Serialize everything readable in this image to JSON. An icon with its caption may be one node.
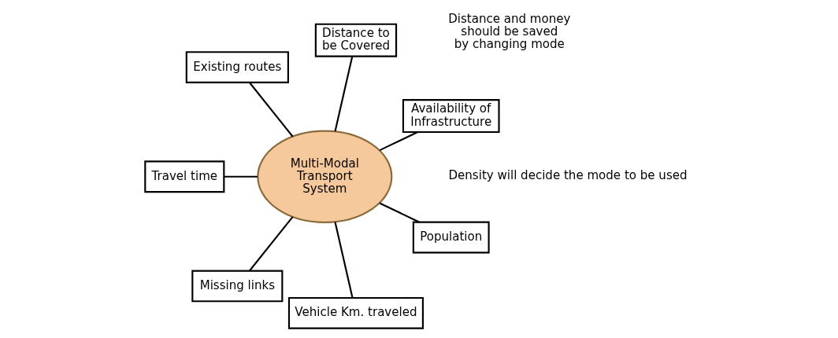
{
  "diagram": {
    "nodes": [
      {
        "text": [
          "Availability of Infrastructure"
        ]
      },
      {
        "text": [
          "Distance to be Covered"
        ]
      },
      {
        "text": [
          "Existing routes"
        ]
      },
      {
        "text": [
          "Multi-Modal Transport System"
        ]
      },
      {
        "text": [
          "Travel time"
        ]
      },
      {
        "text": [
          "Missing links"
        ]
      },
      {
        "text": [
          "Vehicle Km. traveled"
        ]
      },
      {
        "text": [
          "Population"
        ]
      }
    ],
    "edges": [
      {
        "from": 3,
        "to": 0,
        "arrow": "none"
      },
      {
        "from": 3,
        "to": 2,
        "arrow": "none"
      },
      {
        "from": 3,
        "to": 1,
        "arrow": "none"
      },
      {
        "from": 3,
        "to": 4,
        "arrow": "none"
      },
      {
        "from": 3,
        "to": 5,
        "arrow": "none"
      },
      {
        "from": 3,
        "to": 6,
        "arrow": "none"
      },
      {
        "from": 3,
        "to": 7,
        "arrow": "none"
      }
    ],
    "labels": [
      "Distance and money should be saved by changing mode",
      "Density will decide the mode to be used"
    ]
  }
}
